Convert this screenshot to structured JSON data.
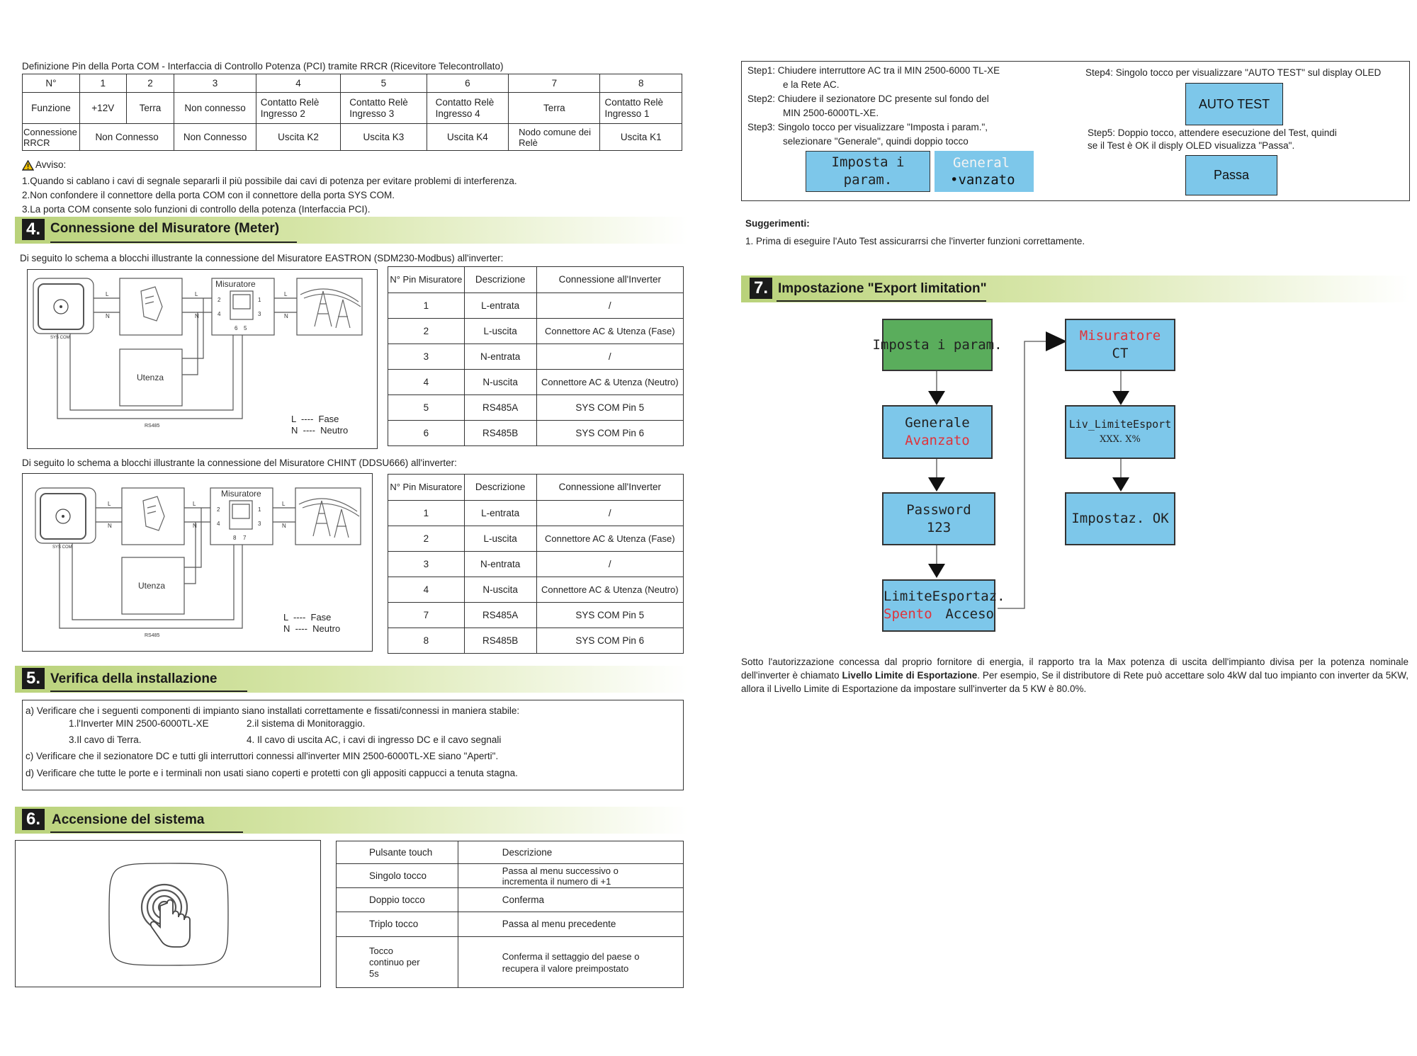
{
  "pin_com": {
    "caption": "Definizione Pin della Porta COM - Interfaccia di Controllo Potenza (PCI) tramite RRCR (Ricevitore Telecontrollato)",
    "header": [
      "N°",
      "1",
      "2",
      "3",
      "4",
      "5",
      "6",
      "7",
      "8"
    ],
    "row_funzione": [
      "Funzione",
      "+12V",
      "Terra",
      "Non connesso",
      "Contatto Relè Ingresso 2",
      "Contatto Relè Ingresso 3",
      "Contatto Relè Ingresso 4",
      "Terra",
      "Contatto Relè Ingresso 1"
    ],
    "row_rrcr": [
      "Connessione RRCR",
      "Non Connesso",
      "Non Connesso",
      "Uscita K2",
      "Uscita K3",
      "Uscita K4",
      "Nodo comune dei Relè",
      "Uscita K1"
    ]
  },
  "avviso": {
    "title": "Avviso:",
    "items": [
      "1.Quando si cablano i cavi di segnale separarli il più possibile dai cavi di potenza per evitare problemi di interferenza.",
      "2.Non confondere il connettore della porta COM con il connettore della porta SYS COM.",
      "3.La porta COM consente solo funzioni di controllo della potenza (Interfaccia PCI)."
    ]
  },
  "sec4": {
    "num": "4.",
    "title": "Connessione del Misuratore (Meter)"
  },
  "eastron": {
    "caption": "Di seguito lo schema a blocchi illustrante la connessione del Misuratore EASTRON (SDM230-Modbus) all'inverter:",
    "diagram": {
      "misuratore": "Misuratore",
      "utenza": "Utenza",
      "rs485": "RS485",
      "syscom": "SYS COM",
      "l_fase": "L  ----  Fase",
      "n_neutro": "N  ----  Neutro",
      "l": "L",
      "n": "N",
      "pins": [
        "2",
        "1",
        "4",
        "3",
        "6",
        "5"
      ]
    },
    "table": {
      "header": [
        "N° Pin Misuratore",
        "Descrizione",
        "Connessione all'Inverter"
      ],
      "rows": [
        [
          "1",
          "L-entrata",
          "/"
        ],
        [
          "2",
          "L-uscita",
          "Connettore AC & Utenza (Fase)"
        ],
        [
          "3",
          "N-entrata",
          "/"
        ],
        [
          "4",
          "N-uscita",
          "Connettore AC & Utenza (Neutro)"
        ],
        [
          "5",
          "RS485A",
          "SYS COM Pin 5"
        ],
        [
          "6",
          "RS485B",
          "SYS COM Pin 6"
        ]
      ]
    }
  },
  "chint": {
    "caption": "Di seguito lo schema a blocchi illustrante la connessione del Misuratore CHINT (DDSU666) all'inverter:",
    "diagram": {
      "misuratore": "Misuratore",
      "utenza": "Utenza",
      "rs485": "RS485",
      "syscom": "SYS COM",
      "l_fase": "L  ----  Fase",
      "n_neutro": "N  ----  Neutro",
      "l": "L",
      "n": "N",
      "pins": [
        "2",
        "1",
        "4",
        "3",
        "8",
        "7"
      ]
    },
    "table": {
      "header": [
        "N° Pin Misuratore",
        "Descrizione",
        "Connessione all'Inverter"
      ],
      "rows": [
        [
          "1",
          "L-entrata",
          "/"
        ],
        [
          "2",
          "L-uscita",
          "Connettore AC & Utenza (Fase)"
        ],
        [
          "3",
          "N-entrata",
          "/"
        ],
        [
          "4",
          "N-uscita",
          "Connettore AC & Utenza (Neutro)"
        ],
        [
          "7",
          "RS485A",
          "SYS COM Pin 5"
        ],
        [
          "8",
          "RS485B",
          "SYS COM Pin 6"
        ]
      ]
    }
  },
  "sec5": {
    "num": "5.",
    "title": "Verifica della installazione",
    "a": "a) Verificare che i seguenti componenti di impianto siano  installati correttamente e fissati/connessi in maniera stabile:",
    "a1": "1.l'Inverter MIN 2500-6000TL-XE",
    "a2": "2.il sistema di Monitoraggio.",
    "a3": "3.Il cavo di Terra.",
    "a4": "4. Il cavo di uscita AC, i cavi di ingresso DC e il cavo segnali",
    "c": "c) Verificare che il sezionatore DC e tutti gli interruttori connessi all'inverter MIN 2500-6000TL-XE siano \"Aperti\".",
    "d": "d) Verificare che tutte le porte e i terminali non usati siano coperti e protetti con gli appositi cappucci a tenuta stagna."
  },
  "sec6": {
    "num": "6.",
    "title": "Accensione del sistema",
    "table": {
      "header": [
        "Pulsante touch",
        "Descrizione"
      ],
      "rows": [
        [
          "Singolo tocco",
          "Passa al menu successivo o incrementa il numero di +1"
        ],
        [
          "Doppio tocco",
          "Conferma"
        ],
        [
          "Triplo tocco",
          "Passa al  menu precedente"
        ],
        [
          "Tocco continuo per 5s",
          "Conferma il settaggio del paese o recupera il valore preimpostato"
        ]
      ]
    }
  },
  "steps": {
    "s1a": "Step1: Chiudere  interruttore AC tra il MIN 2500-6000 TL-XE",
    "s1b": "e la Rete AC.",
    "s2a": "Step2: Chiudere il sezionatore DC presente sul fondo del",
    "s2b": "MIN 2500-6000TL-XE.",
    "s3a": "Step3: Singolo tocco per visualizzare \"Imposta i param.\",",
    "s3b": "selezionare \"Generale\", quindi doppio tocco",
    "s4": "Step4: Singolo tocco per visualizzare \"AUTO TEST\" sul display OLED",
    "s5a": "Step5: Doppio tocco, attendere esecuzione del Test, quindi",
    "s5b": "se il Test è OK il disply OLED visualizza \"Passa\".",
    "scr_imposta": "Imposta i param.",
    "scr_general": "General",
    "scr_avanzato": "•vanzato",
    "auto_test": "AUTO TEST",
    "passa": "Passa"
  },
  "suggerimenti": {
    "title": "Suggerimenti:",
    "text": "1. Prima di eseguire l'Auto Test assicurarrsi che l'inverter funzioni correttamente."
  },
  "sec7": {
    "num": "7.",
    "title": "Impostazione \"Export limitation\"",
    "flow": {
      "imposta": "Imposta i param.",
      "generale": "Generale",
      "avanzato": "Avanzato",
      "password": "Password",
      "password_val": "123",
      "limite": "LimiteEsportaz.",
      "spento": "Spento",
      "acceso": "Acceso",
      "misuratore": "Misuratore",
      "ct": "CT",
      "liv": "Liv_LimiteEsport",
      "liv_val": "XXX. X%",
      "impostaz": "Impostaz. OK"
    },
    "para1": "Sotto l'autorizzazione concessa dal proprio fornitore di energia, il rapporto tra la Max potenza di uscita dell'impianto divisa per la potenza nominale dell'inverter è chiamato ",
    "para_bold": "Livello Limite di Esportazione",
    "para2": ". Per esempio, Se il distributore di Rete può accettare solo 4kW dal tuo impianto con inverter da 5KW, allora il Livello Limite di Esportazione da impostare sull'inverter da 5 KW è 80.0%."
  }
}
